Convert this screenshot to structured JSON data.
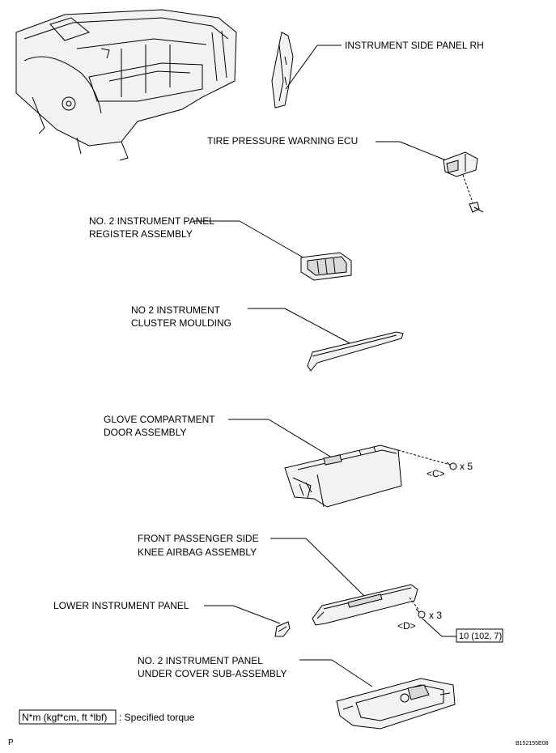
{
  "labels": {
    "instrument_side_panel_rh": "INSTRUMENT SIDE PANEL RH",
    "tire_pressure_warning_ecu": "TIRE PRESSURE WARNING ECU",
    "register_line1": "NO. 2 INSTRUMENT PANEL",
    "register_line2": "REGISTER ASSEMBLY",
    "cluster_line1": "NO 2 INSTRUMENT",
    "cluster_line2": "CLUSTER MOULDING",
    "glove_line1": "GLOVE COMPARTMENT",
    "glove_line2": "DOOR ASSEMBLY",
    "knee_line1": "FRONT PASSENGER SIDE",
    "knee_line2": "KNEE AIRBAG ASSEMBLY",
    "lower_panel": "LOWER INSTRUMENT PANEL",
    "undercover_line1": "NO. 2 INSTRUMENT PANEL",
    "undercover_line2": "UNDER COVER SUB-ASSEMBLY"
  },
  "fasteners": {
    "c_ref": "<C>",
    "c_qty": "x 5",
    "d_ref": "<D>",
    "d_qty": "x 3"
  },
  "torque": {
    "value": "10 (102, 7)",
    "legend_units": "N*m (kgf*cm, ft *lbf)",
    "legend_text": ": Specified torque"
  },
  "footer": {
    "left_mark": "P",
    "figure_id": "B152155E08"
  }
}
